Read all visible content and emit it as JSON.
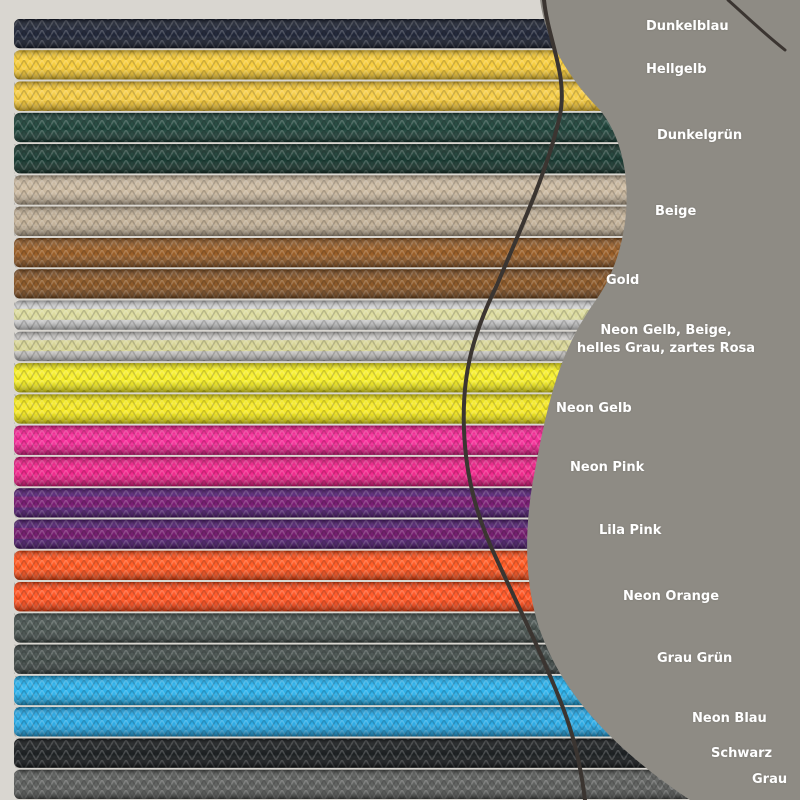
{
  "palette": {
    "background": "#d9d6d0",
    "panel": "#8e8b84",
    "curve": "#3b3531"
  },
  "ropes": [
    {
      "name": "Dunkelblau",
      "color": "#141a2a",
      "stripe": "#2a3348"
    },
    {
      "name": "Hellgelb",
      "color": "#f2c42a",
      "stripe": "#ffd94f"
    },
    {
      "name": "Hellgelb",
      "color": "#f0c12a",
      "stripe": "#ffe06a"
    },
    {
      "name": "Dunkelgrün",
      "color": "#163a31",
      "stripe": "#224c42"
    },
    {
      "name": "Dunkelgrün",
      "color": "#113027",
      "stripe": "#1e463b"
    },
    {
      "name": "Beige",
      "color": "#c2b096",
      "stripe": "#d6c6ad"
    },
    {
      "name": "Beige",
      "color": "#b8a68c",
      "stripe": "#d2c1a6"
    },
    {
      "name": "Gold",
      "color": "#8d5420",
      "stripe": "#b06a2b"
    },
    {
      "name": "Gold",
      "color": "#7c4a1d",
      "stripe": "#a4662d"
    },
    {
      "name": "Neon Gelb, Beige, helles Grau, zartes Rosa",
      "color": "#cfcfcf",
      "stripe": "#f2ef39"
    },
    {
      "name": "Neon Gelb, Beige, helles Grau, zartes Rosa",
      "color": "#c9c7c4",
      "stripe": "#eeea3a"
    },
    {
      "name": "Neon Gelb",
      "color": "#f2ea12",
      "stripe": "#fff64a"
    },
    {
      "name": "Neon Gelb",
      "color": "#f0e40c",
      "stripe": "#fff14a"
    },
    {
      "name": "Neon Pink",
      "color": "#ee1a8a",
      "stripe": "#ff4aa8"
    },
    {
      "name": "Neon Pink",
      "color": "#e8157f",
      "stripe": "#ff3f9e"
    },
    {
      "name": "Lila Pink",
      "color": "#4f1770",
      "stripe": "#c11a70"
    },
    {
      "name": "Lila Pink",
      "color": "#4b166b",
      "stripe": "#b8196a"
    },
    {
      "name": "Neon Orange",
      "color": "#ff4a12",
      "stripe": "#ff6a34"
    },
    {
      "name": "Neon Orange",
      "color": "#ff4410",
      "stripe": "#ff6a3a"
    },
    {
      "name": "Grau Grün",
      "color": "#3f4a47",
      "stripe": "#55605c"
    },
    {
      "name": "Grau Grün",
      "color": "#384240",
      "stripe": "#4f5956"
    },
    {
      "name": "Neon Blau",
      "color": "#1aa8e6",
      "stripe": "#48c0f1"
    },
    {
      "name": "Neon Blau",
      "color": "#1aa0df",
      "stripe": "#46baef"
    },
    {
      "name": "Schwarz",
      "color": "#111416",
      "stripe": "#262a2d"
    },
    {
      "name": "Grau",
      "color": "#535553",
      "stripe": "#6a6c69"
    }
  ],
  "labels": {
    "dunkelblau": "Dunkelblau",
    "hellgelb": "Hellgelb",
    "dunkelgruen": "Dunkelgrün",
    "beige": "Beige",
    "gold": "Gold",
    "neon_gelb_mix_line1": "Neon Gelb, Beige,",
    "neon_gelb_mix_line2": "helles Grau, zartes Rosa",
    "neon_gelb": "Neon Gelb",
    "neon_pink": "Neon Pink",
    "lila_pink": "Lila Pink",
    "neon_orange": "Neon Orange",
    "grau_gruen": "Grau Grün",
    "neon_blau": "Neon Blau",
    "schwarz": "Schwarz",
    "grau": "Grau"
  }
}
